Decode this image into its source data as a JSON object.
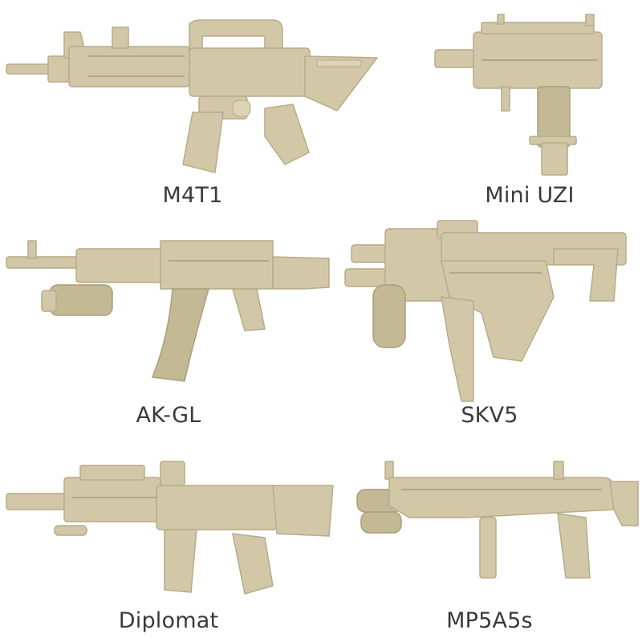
{
  "colors": {
    "background": "#ffffff",
    "weapon_tan": "#d2c8a8",
    "label_text": "#3a3a3a"
  },
  "items": [
    {
      "label": "M4T1"
    },
    {
      "label": "Mini UZI"
    },
    {
      "label": "AK-GL"
    },
    {
      "label": "SKV5"
    },
    {
      "label": "Diplomat"
    },
    {
      "label": "MP5A5s"
    }
  ]
}
